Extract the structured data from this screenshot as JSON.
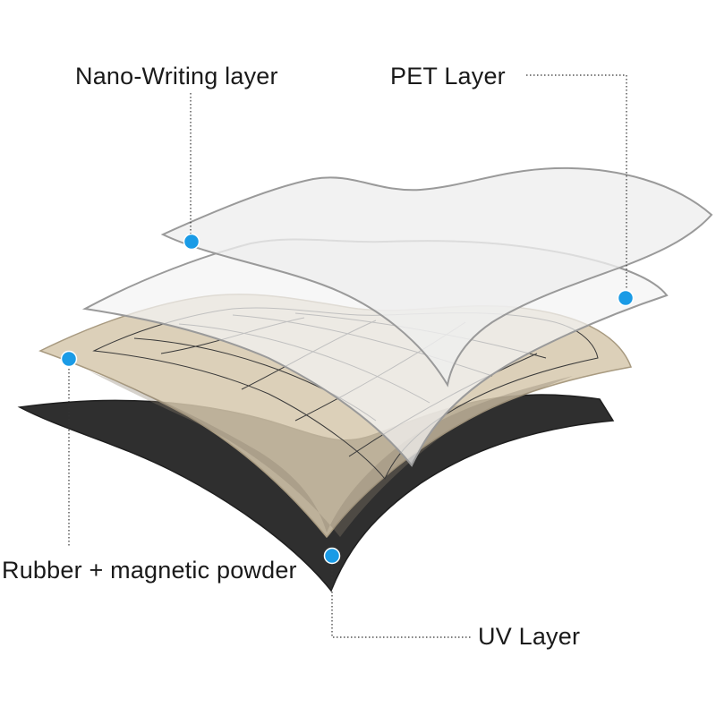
{
  "labels": {
    "nano_writing": "Nano-Writing layer",
    "pet": "PET Layer",
    "rubber": "Rubber + magnetic powder",
    "uv": "UV Layer"
  },
  "colors": {
    "marker": "#1a9be6",
    "rubber_layer": "#2e2e2e",
    "magnetic_layer": "#d8cbb4",
    "pet_layer": "#eeeeee",
    "nano_layer": "#f2f2f2",
    "outline": "#999999"
  }
}
